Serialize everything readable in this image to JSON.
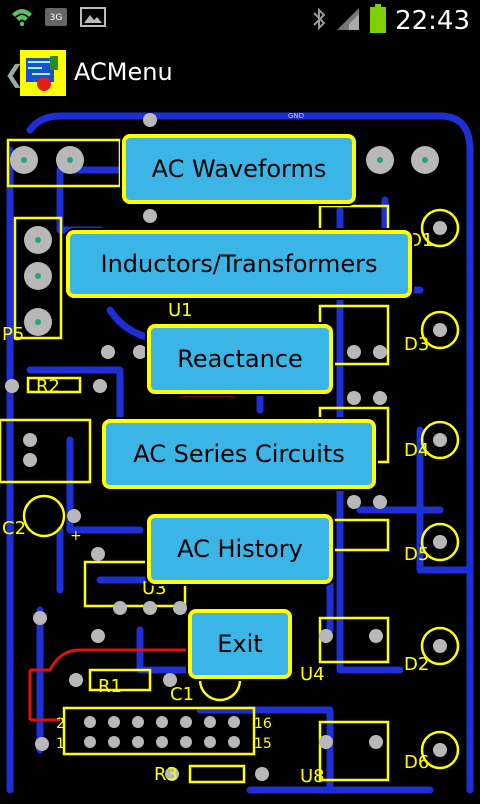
{
  "status_bar": {
    "time": "22:43",
    "network_type": "3G",
    "icons": [
      "shield-icon",
      "network-3g-icon",
      "picture-icon",
      "bluetooth-icon",
      "signal-icon",
      "battery-icon"
    ]
  },
  "action_bar": {
    "title": "ACMenu",
    "icon": "circuit-app-icon",
    "back_icon": "chevron-left-icon"
  },
  "menu": {
    "items": [
      {
        "label": "AC Waveforms"
      },
      {
        "label": "Inductors/Transformers"
      },
      {
        "label": "Reactance"
      },
      {
        "label": "AC Series Circuits"
      },
      {
        "label": "AC History"
      },
      {
        "label": "Exit"
      }
    ]
  },
  "pcb_labels": {
    "u1": "U1",
    "u3": "U3",
    "u4": "U4",
    "u8": "U8",
    "r1": "R1",
    "r2": "R2",
    "r3": "R3",
    "c1": "C1",
    "c2": "C2",
    "d1": "D1",
    "d2": "D2",
    "d3": "D3",
    "d4": "D4",
    "d5": "D5",
    "d6": "D6",
    "p5": "P5",
    "pin1": "1",
    "pin2": "2",
    "pin15": "15",
    "pin16": "16",
    "plus": "+",
    "gnd": "GND"
  },
  "colors": {
    "board_bg": "#000000",
    "trace_blue": "#1f2fd6",
    "silkscreen": "#ffff00",
    "red_trace": "#e01010",
    "pad": "#b8b8b8",
    "button_bg": "#3ab5e6",
    "button_border": "#ffff00",
    "battery": "#7cd000"
  }
}
